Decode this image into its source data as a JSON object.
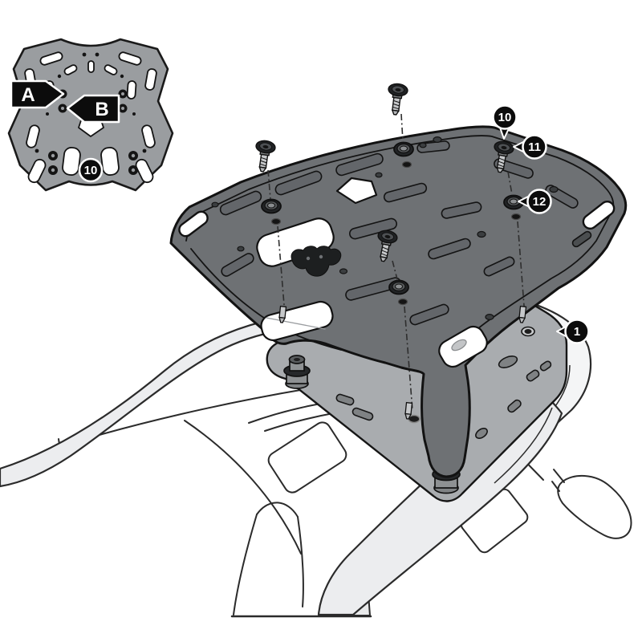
{
  "diagram": {
    "type": "top-case-rack-assembly-instruction",
    "callouts": {
      "flag_a": "A",
      "flag_b": "B",
      "plate_badge": "10",
      "pin_rack": "10",
      "pin_screw": "11",
      "pin_washer": "12",
      "pin_adapter": "1"
    },
    "colors": {
      "background": "#ffffff",
      "outline": "#1a1a1a",
      "plate_top_gray": "#9a9da0",
      "rack_dark_gray": "#6e7174",
      "adapter_gray": "#a9acaf",
      "rail_light_gray": "#ecedef",
      "tube_white": "#f4f5f6",
      "label_bg": "#0c0c0c",
      "label_text": "#ffffff"
    }
  }
}
